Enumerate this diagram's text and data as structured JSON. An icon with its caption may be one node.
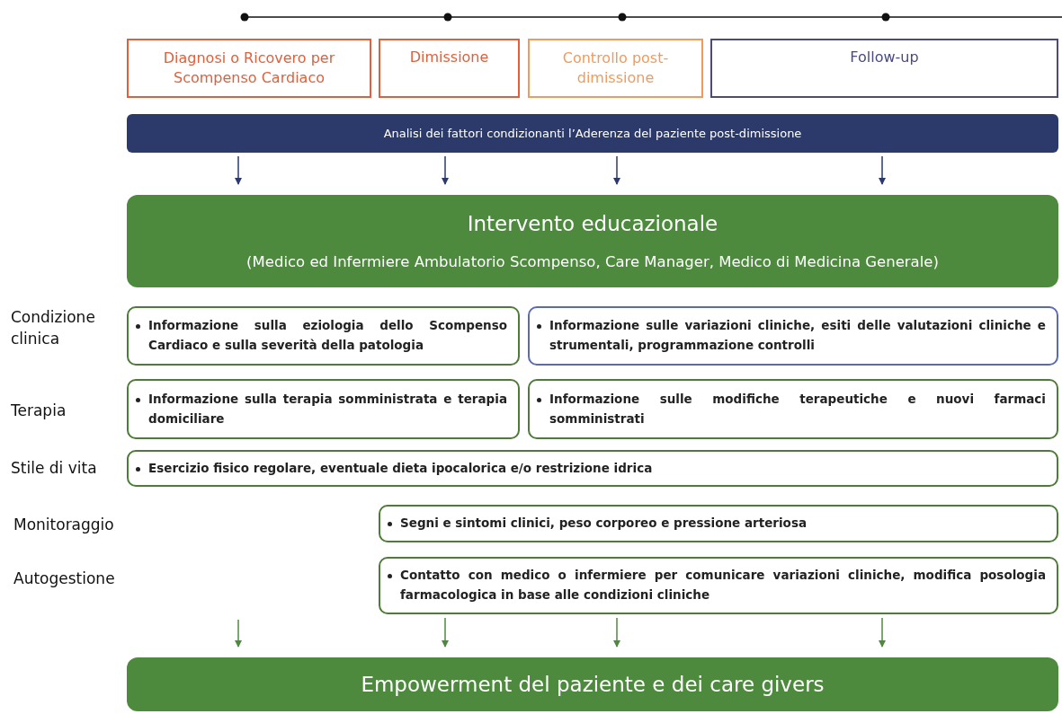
{
  "diagram": {
    "nodes": [
      {
        "text": [
          "Diagnosi o Ricovero per Scompenso Cardiaco"
        ]
      },
      {
        "text": [
          "Dimissione"
        ]
      },
      {
        "text": [
          "Controllo post-dimissione"
        ]
      },
      {
        "text": [
          "Follow-up"
        ]
      },
      {
        "text": [
          "Analisi dei fattori condizionanti l’Aderenza del paziente post-dimissione"
        ]
      },
      {
        "text": [
          "Intervento educazionale",
          "(Medico ed Infermiere Ambulatorio Scompenso, Care Manager, Medico di Medicina Generale)"
        ]
      },
      {
        "text": [
          "Informazione sulla eziologia dello Scompenso Cardiaco e sulla severità della patologia"
        ]
      },
      {
        "text": [
          "Informazione sulle variazioni cliniche, esiti delle valutazioni cliniche e strumentali, programmazione controlli"
        ]
      },
      {
        "text": [
          "Informazione sulla terapia somministrata e terapia domiciliare"
        ]
      },
      {
        "text": [
          "Informazione sulle modifiche terapeutiche e nuovi farmaci somministrati"
        ]
      },
      {
        "text": [
          "Esercizio fisico regolare, eventuale dieta ipocalorica e/o restrizione idrica"
        ]
      },
      {
        "text": [
          "Segni e sintomi clinici, peso corporeo e pressione arteriosa"
        ]
      },
      {
        "text": [
          "Contatto con medico o infermiere per comunicare variazioni cliniche, modifica posologia farmacologica in base alle condizioni cliniche"
        ]
      },
      {
        "text": [
          "Empowerment del paziente e dei care givers"
        ]
      }
    ],
    "edges": [
      {
        "from": 4,
        "to": 5,
        "arrow": "to",
        "color": "#2b3a6b"
      },
      {
        "from": 4,
        "to": 5,
        "arrow": "to",
        "color": "#2b3a6b"
      },
      {
        "from": 4,
        "to": 5,
        "arrow": "to",
        "color": "#2b3a6b"
      },
      {
        "from": 4,
        "to": 5,
        "arrow": "to",
        "color": "#2b3a6b"
      },
      {
        "from": null,
        "to": 13,
        "arrow": "to",
        "color": "#4e8a3e"
      },
      {
        "from": 12,
        "to": 13,
        "arrow": "to",
        "color": "#4e8a3e"
      },
      {
        "from": 12,
        "to": 13,
        "arrow": "to",
        "color": "#4e8a3e"
      },
      {
        "from": 12,
        "to": 13,
        "arrow": "to",
        "color": "#4e8a3e"
      }
    ],
    "labels": [
      "Condizione clinica",
      "Terapia",
      "Stile di vita",
      "Monitoraggio",
      "Autogestione"
    ]
  }
}
